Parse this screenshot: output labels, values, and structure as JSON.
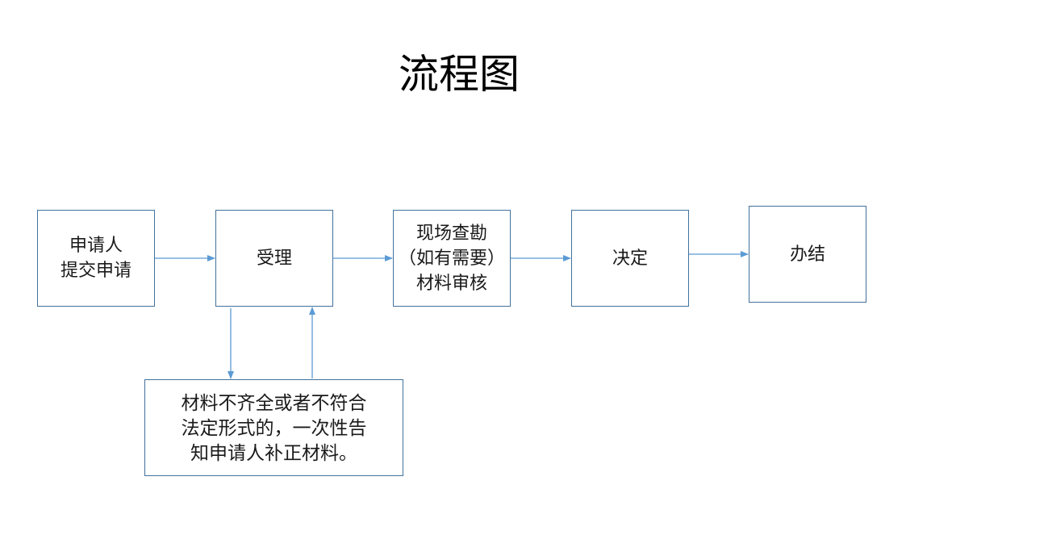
{
  "title": "流程图",
  "steps": [
    {
      "label": "申请人\n提交申请"
    },
    {
      "label": "受理"
    },
    {
      "label": "现场查勘\n（如有需要）\n材料审核"
    },
    {
      "label": "决定"
    },
    {
      "label": "办结"
    }
  ],
  "note": {
    "label": "材料不齐全或者不符合\n法定形式的，一次性告\n知申请人补正材料。"
  },
  "colors": {
    "line": "#5b9bd5",
    "border": "#41719c"
  }
}
